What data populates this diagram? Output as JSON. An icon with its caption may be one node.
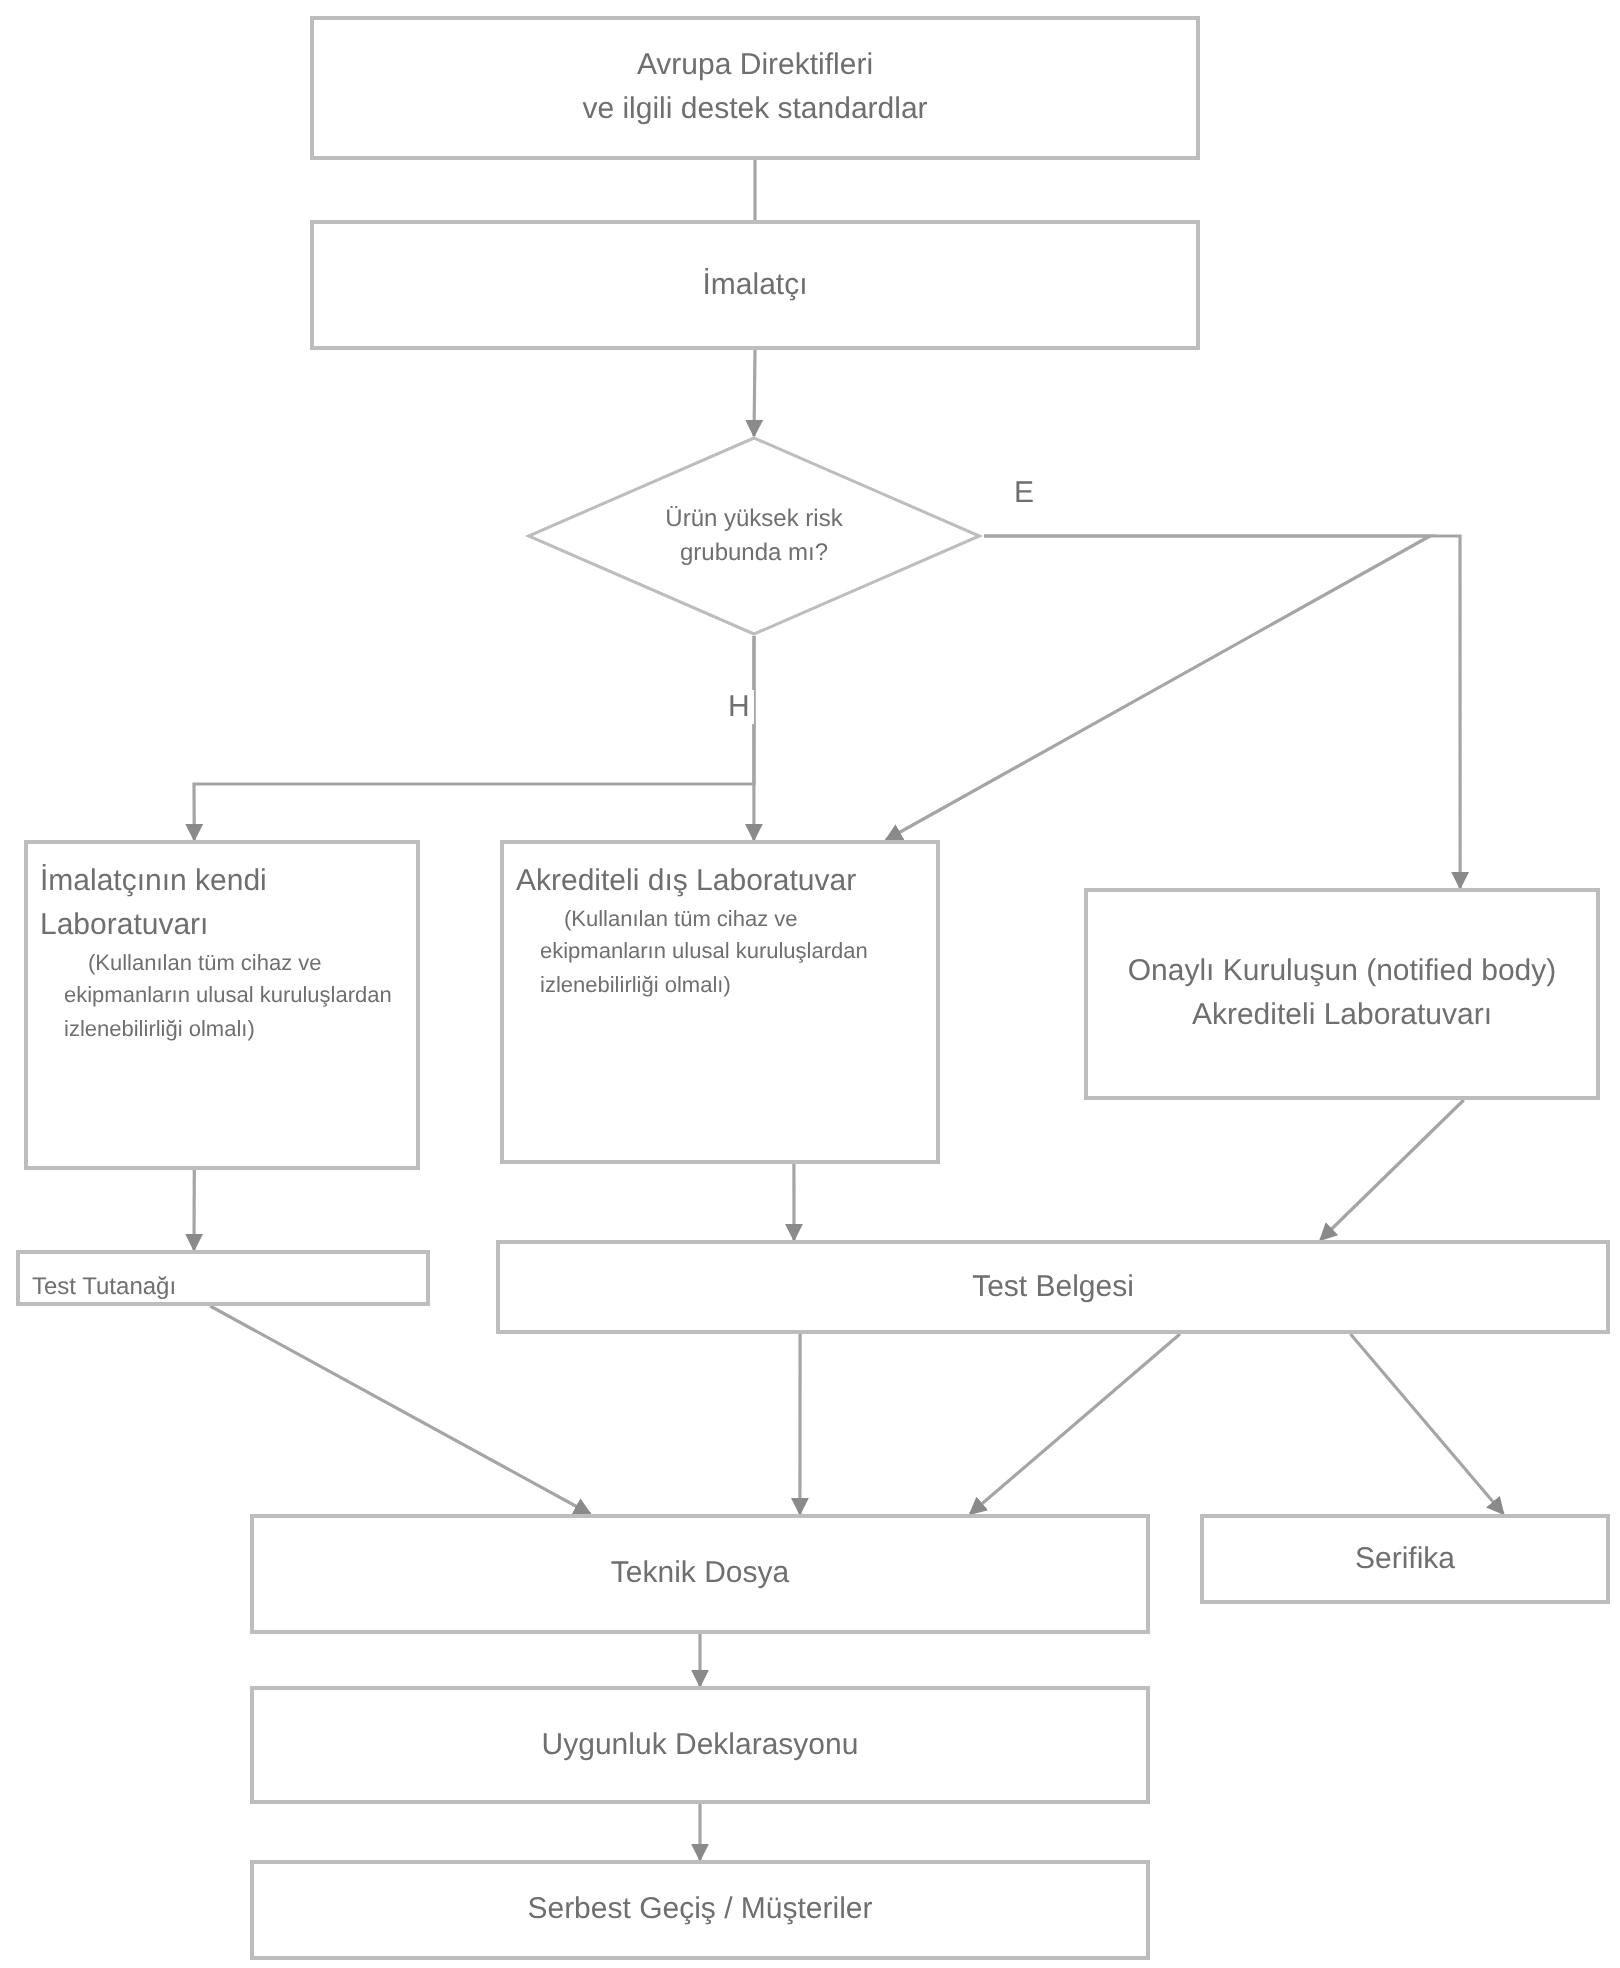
{
  "diagram": {
    "nodes": [
      {
        "text": [
          "Avrupa Direktifleri",
          "ve ilgili destek standardlar"
        ]
      },
      {
        "text": [
          "İmalatçı"
        ]
      },
      {
        "text": [
          "Ürün yüksek risk grubunda mı?"
        ]
      },
      {
        "text": [
          "İmalatçının kendi Laboratuvarı",
          "(Kullanılan tüm cihaz ve ekipmanların ulusal kuruluşlardan izlenebilirliği olmalı)"
        ]
      },
      {
        "text": [
          "Akrediteli dış Laboratuvar",
          "(Kullanılan tüm cihaz ve ekipmanların ulusal kuruluşlardan izlenebilirliği olmalı)"
        ]
      },
      {
        "text": [
          "Onaylı Kuruluşun (notified body) Akrediteli Laboratuvarı"
        ]
      },
      {
        "text": [
          "Test Tutanağı"
        ]
      },
      {
        "text": [
          "Test Belgesi"
        ]
      },
      {
        "text": [
          "Teknik Dosya"
        ]
      },
      {
        "text": [
          "Serifika"
        ]
      },
      {
        "text": [
          "Uygunluk Deklarasyonu"
        ]
      },
      {
        "text": [
          "Serbest Geçiş / Müşteriler"
        ]
      }
    ],
    "edges": [
      {
        "from": 0,
        "to": 1,
        "arrow": "none"
      },
      {
        "from": 1,
        "to": 2,
        "arrow": "to"
      },
      {
        "from": 2,
        "to": 3,
        "arrow": "to"
      },
      {
        "from": 2,
        "to": 4,
        "arrow": "to",
        "label": "H"
      },
      {
        "from": 2,
        "to": 5,
        "arrow": "to",
        "label": "E"
      },
      {
        "from": 2,
        "to": 4,
        "arrow": "to"
      },
      {
        "from": 3,
        "to": 6,
        "arrow": "to"
      },
      {
        "from": 4,
        "to": 7,
        "arrow": "to"
      },
      {
        "from": 5,
        "to": 7,
        "arrow": "to"
      },
      {
        "from": 6,
        "to": 8,
        "arrow": "to"
      },
      {
        "from": 7,
        "to": 8,
        "arrow": "to"
      },
      {
        "from": 7,
        "to": 8,
        "arrow": "to"
      },
      {
        "from": 7,
        "to": 9,
        "arrow": "to"
      },
      {
        "from": 8,
        "to": 10,
        "arrow": "to"
      },
      {
        "from": 10,
        "to": 11,
        "arrow": "to"
      }
    ]
  }
}
